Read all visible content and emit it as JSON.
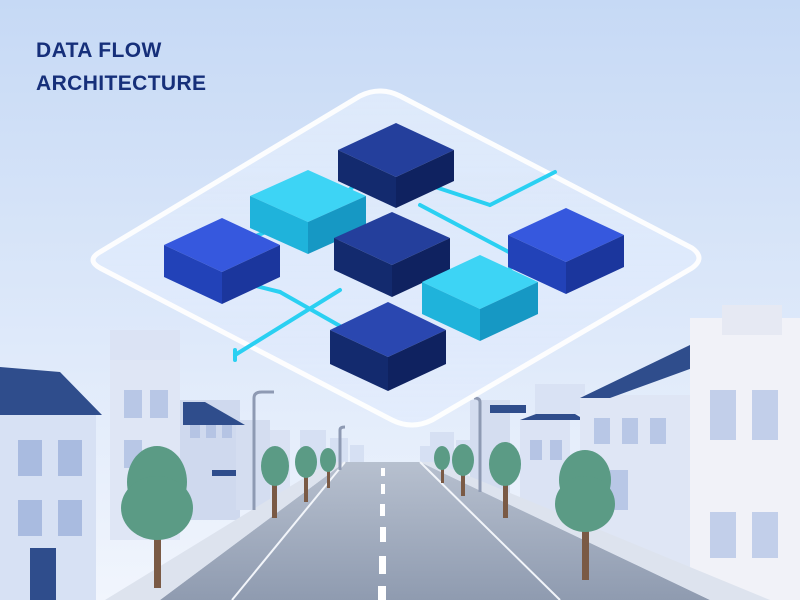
{
  "title": {
    "line1": "DATA FLOW",
    "line2": "ARCHITECTURE"
  },
  "colors": {
    "sky_top": "#c6d9f5",
    "sky_bottom": "#edf3fc",
    "title": "#162f7a",
    "node_navy": "#1d3a92",
    "node_blue": "#2c4fd1",
    "node_cyan": "#27c7ee",
    "connector": "#2ad0f2",
    "platform_border": "#ffffff",
    "road": "#9ca7b8",
    "tree": "#5a9a84",
    "roof": "#2f4d8c",
    "building": "#cfdaf0"
  },
  "diagram": {
    "nodes": [
      {
        "id": "top",
        "color": "navy"
      },
      {
        "id": "upper-left",
        "color": "cyan"
      },
      {
        "id": "left",
        "color": "blue"
      },
      {
        "id": "center",
        "color": "navy"
      },
      {
        "id": "right",
        "color": "blue"
      },
      {
        "id": "center-right",
        "color": "cyan"
      },
      {
        "id": "bottom",
        "color": "navy"
      }
    ],
    "connections": [
      [
        "top",
        "upper-left"
      ],
      [
        "upper-left",
        "left"
      ],
      [
        "upper-left",
        "center"
      ],
      [
        "center",
        "center-right"
      ],
      [
        "center-right",
        "right"
      ],
      [
        "center-right",
        "bottom"
      ],
      [
        "left",
        "bottom"
      ]
    ]
  }
}
